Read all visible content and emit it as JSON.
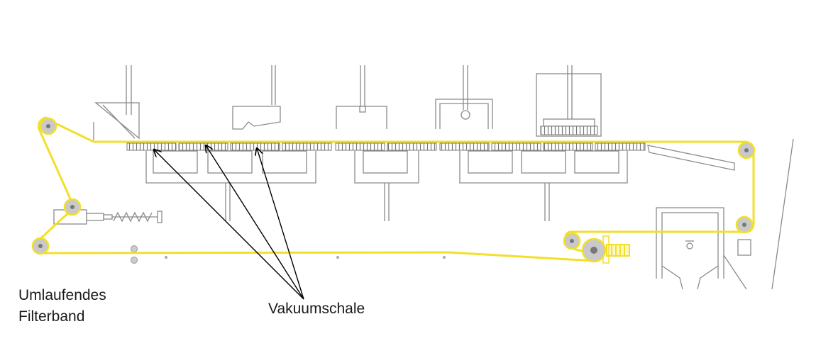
{
  "labels": {
    "band_line1": "Umlaufendes",
    "band_line2": "Filterband",
    "vacuum_tray": "Vakuumschale"
  },
  "colors": {
    "belt": "#f2df2a",
    "machine_lines": "#8a8a8a",
    "arrows": "#000000",
    "text": "#1a1a1a"
  }
}
